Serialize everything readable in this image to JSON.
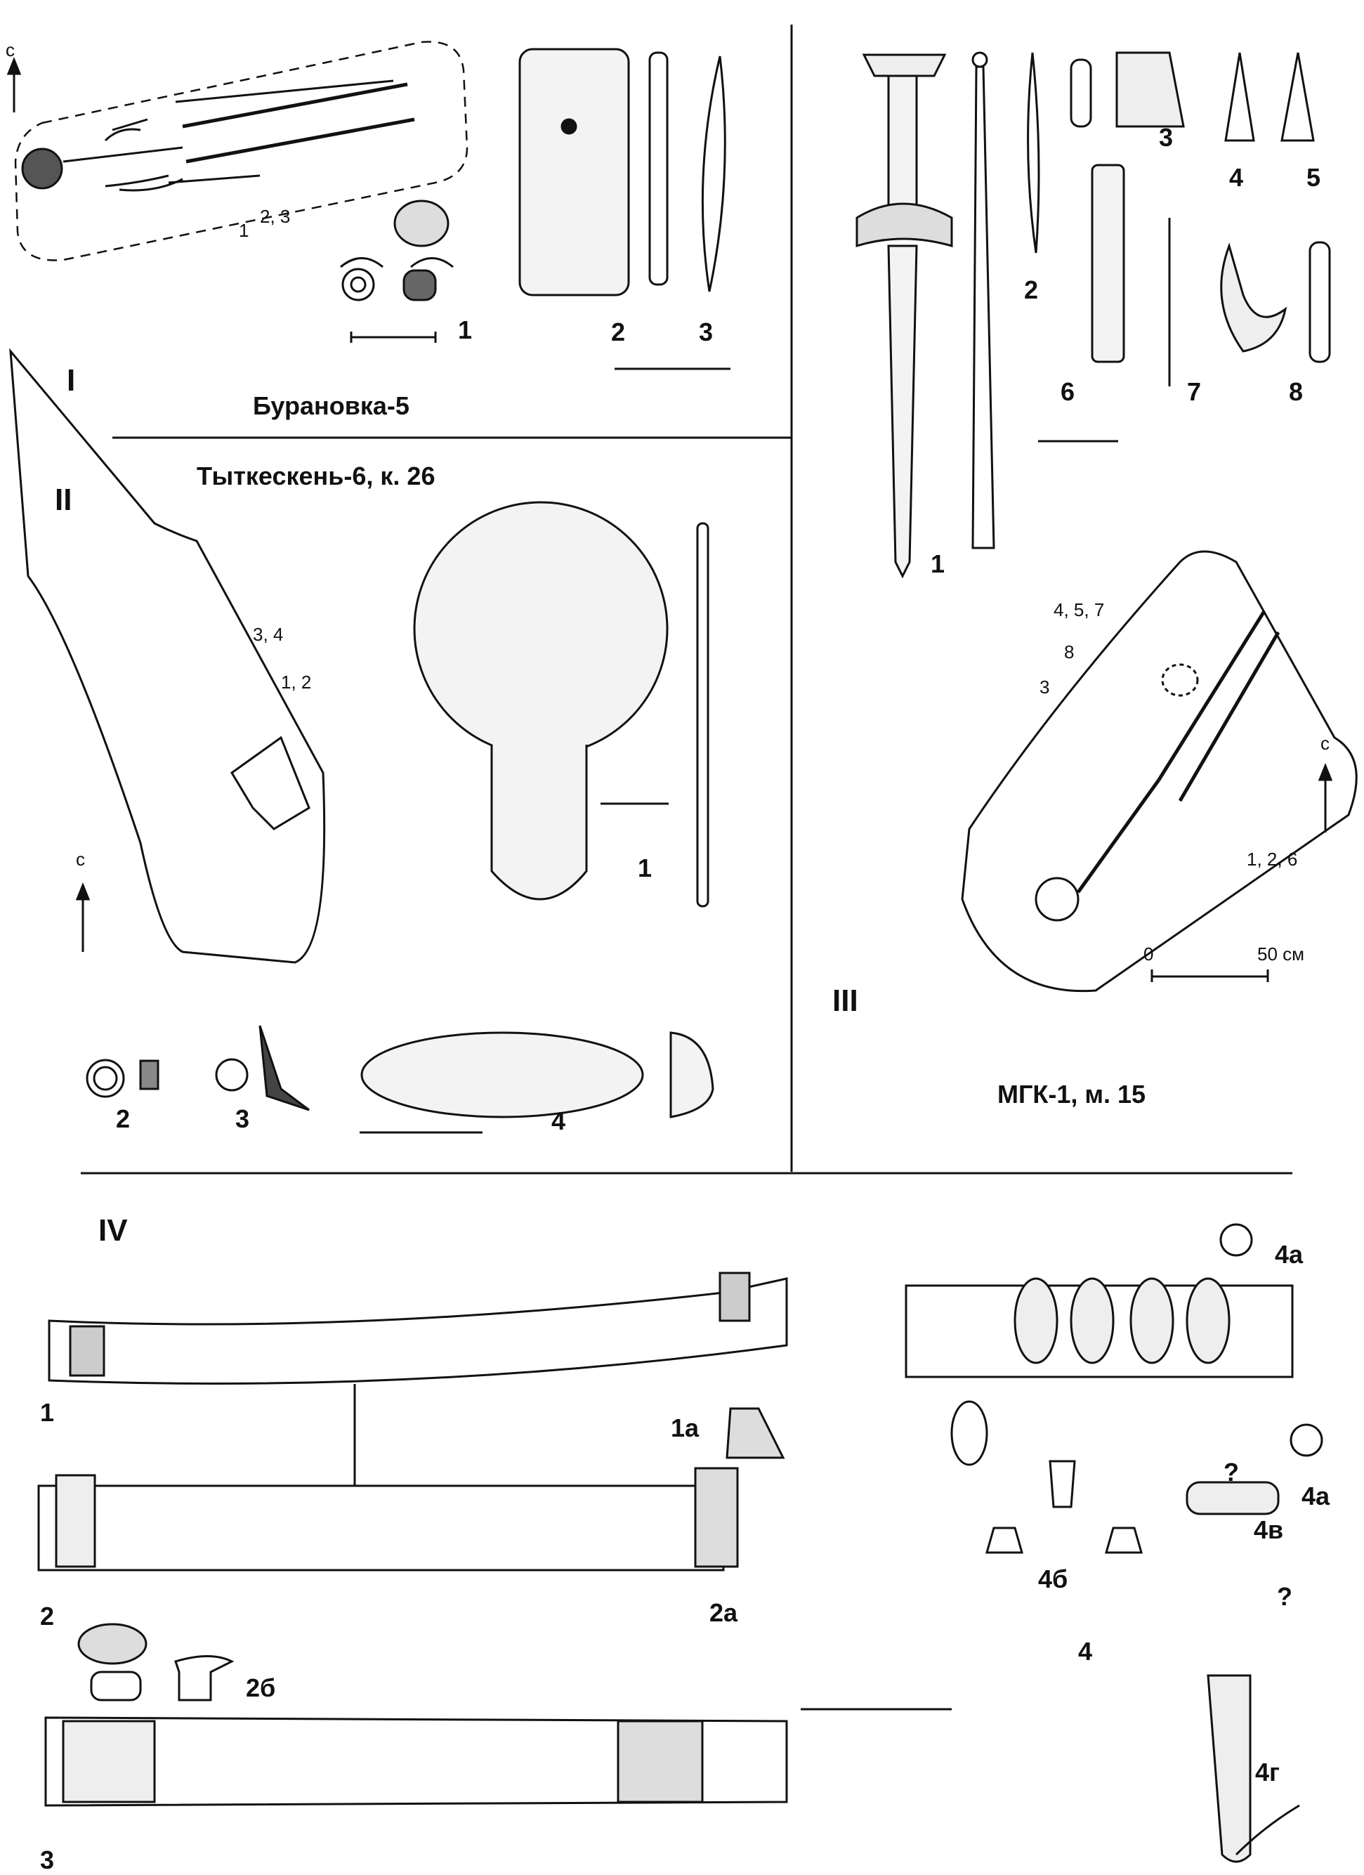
{
  "sections": {
    "I": {
      "roman": "I",
      "site": "Бурановка-5",
      "north": "с",
      "grave_labels": [
        "1",
        "2, 3"
      ],
      "items": [
        "1",
        "2",
        "3"
      ]
    },
    "II": {
      "roman": "II",
      "site": "Тыткескень-6, к. 26",
      "north": "с",
      "grave_labels": [
        "3, 4",
        "1, 2"
      ],
      "items": [
        "1",
        "2",
        "3",
        "4"
      ]
    },
    "III": {
      "roman": "III",
      "site": "МГК-1, м. 15",
      "north": "с",
      "grave_labels": [
        "4, 5, 7",
        "8",
        "3",
        "1, 2, 6"
      ],
      "items": [
        "1",
        "2",
        "3",
        "4",
        "5",
        "6",
        "7",
        "8"
      ],
      "scale": {
        "start": "0",
        "end": "50 см"
      }
    },
    "IV": {
      "roman": "IV",
      "items": [
        "1",
        "1а",
        "2",
        "2а",
        "2б",
        "3",
        "4",
        "4а",
        "4а",
        "4б",
        "4в",
        "4г",
        "?",
        "?"
      ]
    }
  },
  "colors": {
    "ink": "#111111",
    "paper": "#ffffff"
  }
}
